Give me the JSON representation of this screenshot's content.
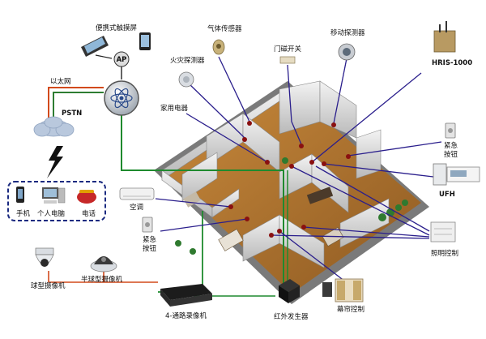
{
  "colors": {
    "ethernet": "#d24a1c",
    "pstn": "#2e7d32",
    "bus_green": "#1f8a2e",
    "signal": "#2a1e8c",
    "device_bus": "#1a1a1a"
  },
  "labels": {
    "portable_touchscreen": "便携式触摸屏",
    "ap": "AP",
    "ethernet": "以太网",
    "pstn": "PSTN",
    "phone": "手机",
    "pc": "个人电脑",
    "telephone": "电话",
    "gas_sensor": "气体传感器",
    "fire_detector": "火灾探测器",
    "door_switch": "门磁开关",
    "motion_detector": "移动探测器",
    "appliances": "家用电器",
    "hris": "HRIS-1000",
    "emergency_top": "紧急\n按钮",
    "ufh": "UFH",
    "ac": "空调",
    "emergency_left": "紧急\n按钮",
    "lighting": "照明控制",
    "dome_camera": "球型摄像机",
    "hemi_camera": "半球型摄像机",
    "dvr": "4-通路录像机",
    "ir_emitter": "红外发生器",
    "curtain": "幕帘控制"
  }
}
